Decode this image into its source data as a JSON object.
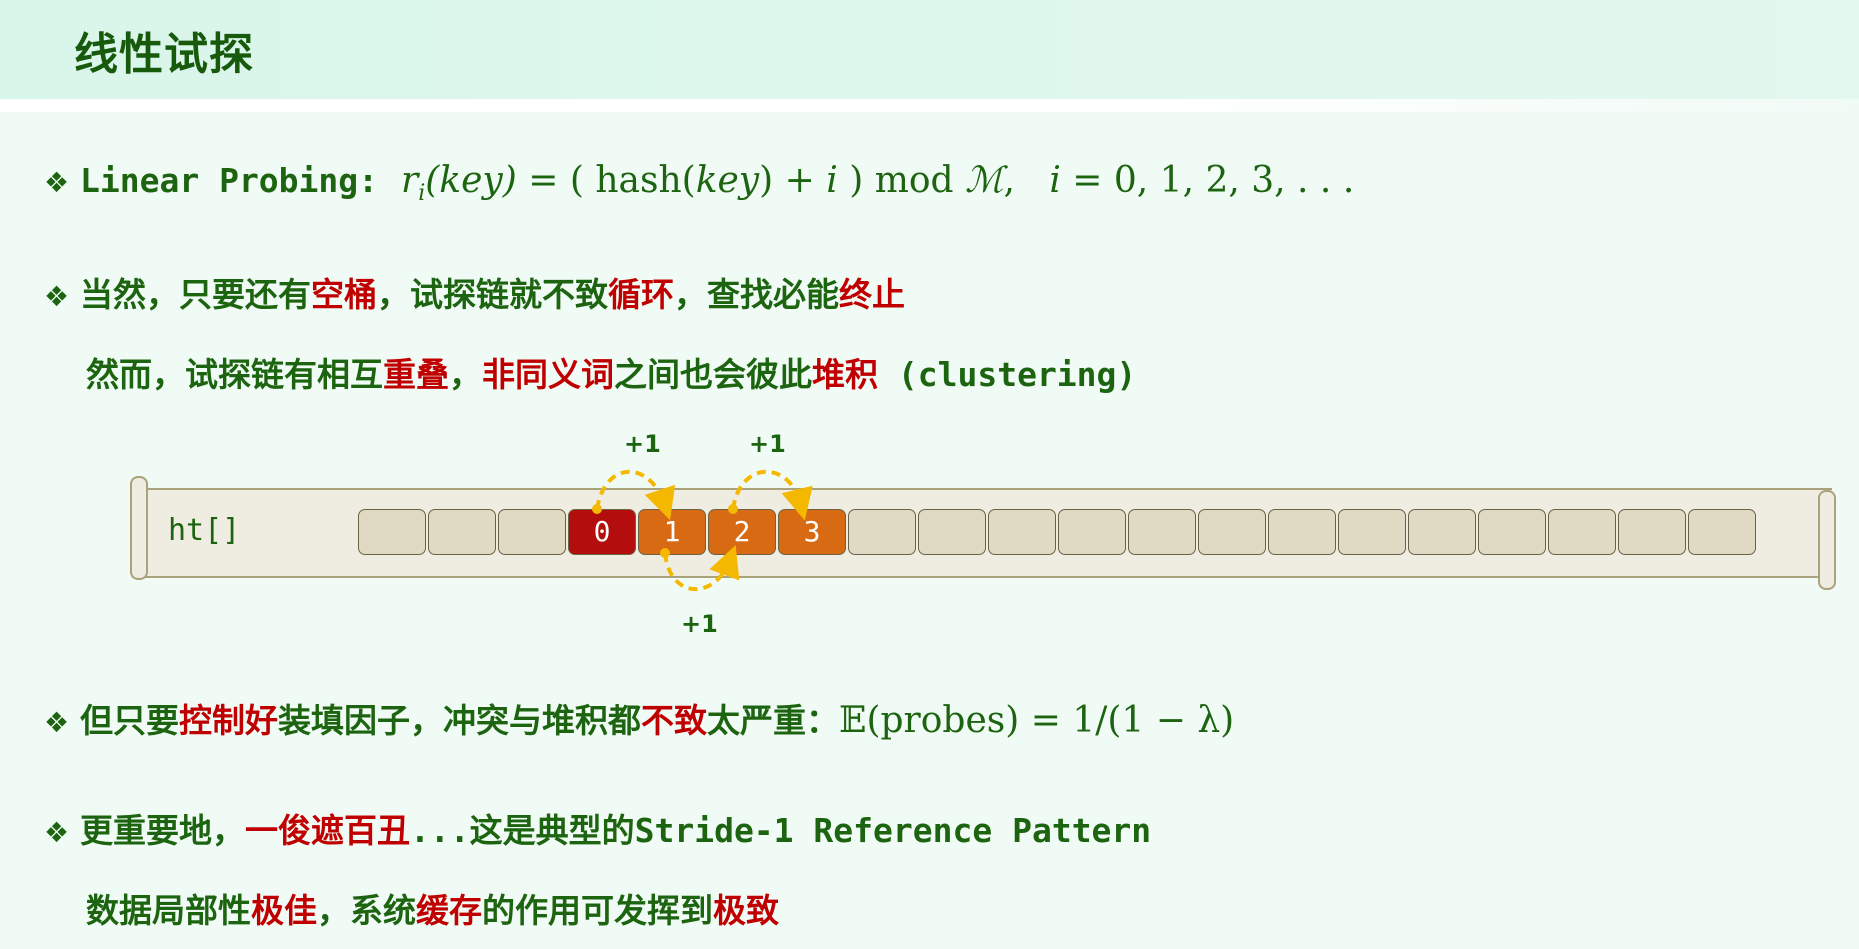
{
  "title": "线性试探",
  "bullet_icon": "diamond-bullet-icon",
  "line1": {
    "label": "Linear Probing:",
    "formula_r": "r",
    "formula_i": "i",
    "formula_key": "(key)",
    "eq": " = ( hash(",
    "key2": "key",
    ") + ": "",
    "rest_a": ") + ",
    "ivar": "i",
    "rest_b": " ) mod ",
    "M": "ℳ",
    ",": ",",
    "iter": "i",
    "iter_rest": " = 0, 1, 2, 3, . . ."
  },
  "line2": {
    "a": "当然，只要还有",
    "b": "空桶",
    "c": "，试探链就不致",
    "d": "循环",
    "e": "，查找必能",
    "f": "终止"
  },
  "line3": {
    "a": "然而，试探链有相互",
    "b": "重叠",
    "c": "，",
    "d": "非同义词",
    "e": "之间也会彼此",
    "f": "堆积",
    "g": " (clustering)"
  },
  "diagram": {
    "array_label": "ht[]",
    "cells": [
      "",
      "",
      "",
      "0",
      "1",
      "2",
      "3",
      "",
      "",
      "",
      "",
      "",
      "",
      "",
      "",
      "",
      "",
      "",
      "",
      ""
    ],
    "cell_kinds": [
      "empty",
      "empty",
      "empty",
      "home",
      "probe",
      "probe",
      "probe",
      "empty",
      "empty",
      "empty",
      "empty",
      "empty",
      "empty",
      "empty",
      "empty",
      "empty",
      "empty",
      "empty",
      "empty",
      "empty"
    ],
    "steps": [
      "+1",
      "+1",
      "+1"
    ],
    "colors": {
      "empty": "#e0d9c4",
      "home": "#b30d0d",
      "probe": "#d86a14",
      "arrow": "#f5b800"
    }
  },
  "line4": {
    "a": "但只要",
    "b": "控制好",
    "c": "装填因子，冲突与堆积都",
    "d": "不致",
    "e": "太严重：",
    "formula": "𝔼(probes) = 1/(1 − λ)"
  },
  "line5": {
    "a": "更重要地，",
    "b": "一俊遮百丑",
    "c": "...这是典型的Stride-1 Reference Pattern"
  },
  "line6": {
    "a": "数据局部性",
    "b": "极佳",
    "c": "，系统",
    "d": "缓存",
    "e": "的作用可发挥到",
    "f": "极致"
  }
}
